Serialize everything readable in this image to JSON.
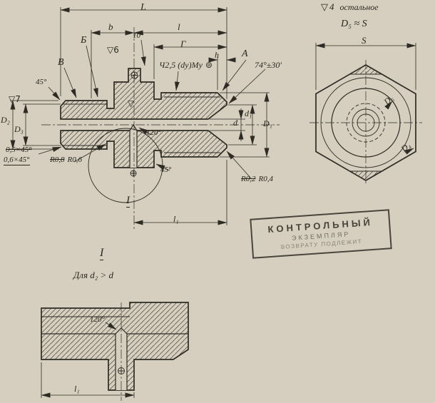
{
  "sheet": {
    "finish_symbol": "▽",
    "finish_value": "4",
    "finish_text": "остальное",
    "d5_note": "D₅ ≈ S"
  },
  "main_view": {
    "dim_L": "L",
    "dim_b": "b",
    "dim_l": "l",
    "dim_G": "Г",
    "dim_h": "h",
    "angle_10": "10°",
    "angle_120": "120°",
    "cone_angle": "74°±30′",
    "chamfer_top": "45°",
    "chamfer_bottom": "45°",
    "view_B": "Б",
    "view_V": "В",
    "view_A": "А",
    "rough_hex": "▽6",
    "rough_stud": "▽7",
    "rough_face": "▽",
    "thread_note": "Ч2,5 (dу)Мy",
    "encircled_mark": "⊚",
    "dia_D1": "D₁",
    "dia_D2": "D₂",
    "dia_D3": "D₃",
    "dia_d": "d",
    "dia_d1": "d₁",
    "radius_left_old": "R0,8",
    "radius_left_new": "R0,6",
    "radius_right_old": "R0,2",
    "radius_right_new": "R0,4",
    "chamfer_old": "0,5×45°",
    "chamfer_new": "0,6×45°",
    "detail_ref": "I",
    "dim_l1": "l₁"
  },
  "end_view": {
    "dim_S": "S",
    "dia_D4": "D₄",
    "dia_D5": "D₅"
  },
  "stamp": {
    "line1": "КОНТРОЛЬНЫЙ",
    "line2": "ЭКЗЕМПЛЯР",
    "line3": "ВОЗВРАТУ ПОДЛЕЖИТ"
  },
  "detail_view": {
    "title": "I",
    "condition": "Для d₂ > d",
    "angle_120": "120°",
    "dim_l1": "l₁"
  }
}
